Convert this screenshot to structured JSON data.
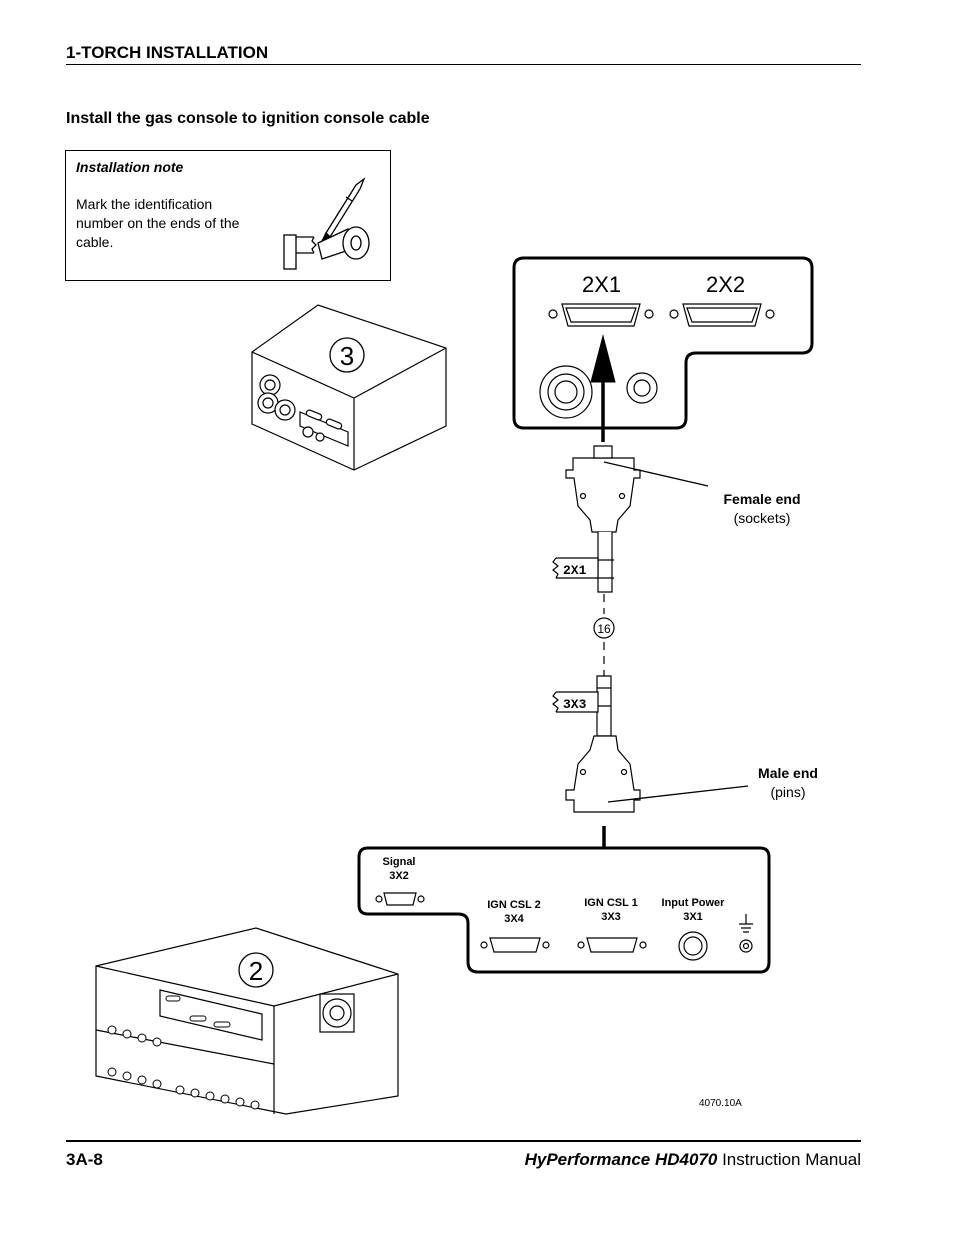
{
  "header": {
    "section": "1-TORCH INSTALLATION"
  },
  "heading": "Install the gas console to ignition console cable",
  "note": {
    "title": "Installation note",
    "text": "Mark the identification number on the ends of the cable.",
    "icon": "pen-and-tape-icon"
  },
  "diagram": {
    "gas_console_number": "3",
    "ignition_console_number": "2",
    "top_panel_connectors": [
      "2X1",
      "2X2"
    ],
    "female_end": {
      "title": "Female end",
      "sub": "(sockets)"
    },
    "male_end": {
      "title": "Male end",
      "sub": "(pins)"
    },
    "cable_tag_top": "2X1",
    "cable_tag_bottom": "3X3",
    "cable_number": "16",
    "bottom_panel": {
      "signal": {
        "name": "Signal",
        "id": "3X2"
      },
      "ign2": {
        "name": "IGN CSL 2",
        "id": "3X4"
      },
      "ign1": {
        "name": "IGN CSL 1",
        "id": "3X3"
      },
      "power": {
        "name": "Input Power",
        "id": "3X1"
      }
    },
    "figure_id": "4070.10A"
  },
  "footer": {
    "page": "3A-8",
    "brand": "HyPerformance HD4070",
    "title": " Instruction Manual"
  }
}
